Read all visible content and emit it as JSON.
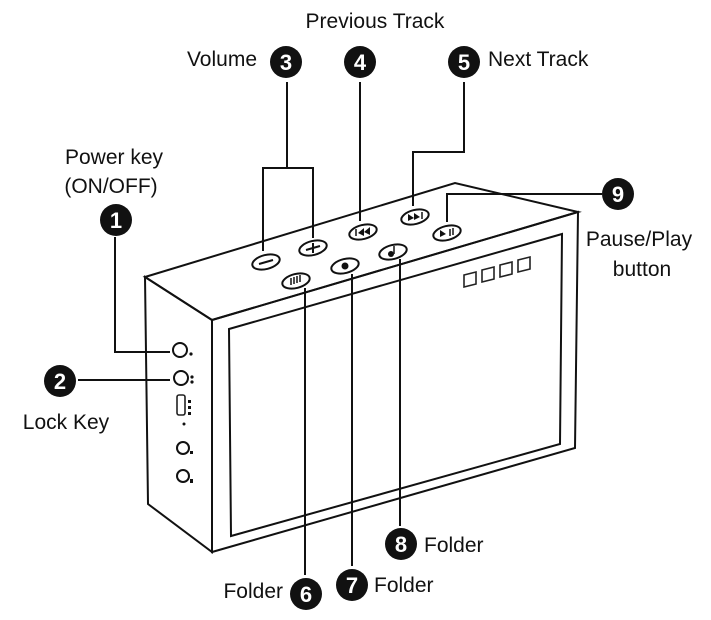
{
  "colors": {
    "ink": "#111111",
    "paper": "#ffffff"
  },
  "callouts": [
    {
      "number": "1",
      "label_lines": [
        "Power key",
        "(ON/OFF)"
      ]
    },
    {
      "number": "2",
      "label_lines": [
        "Lock Key"
      ]
    },
    {
      "number": "3",
      "label_lines": [
        "Volume"
      ]
    },
    {
      "number": "4",
      "label_lines": [
        "Previous Track"
      ]
    },
    {
      "number": "5",
      "label_lines": [
        "Next Track"
      ]
    },
    {
      "number": "6",
      "label_lines": [
        "Folder"
      ]
    },
    {
      "number": "7",
      "label_lines": [
        "Folder"
      ]
    },
    {
      "number": "8",
      "label_lines": [
        "Folder"
      ]
    },
    {
      "number": "9",
      "label_lines": [
        "Pause/Play",
        "button"
      ]
    }
  ]
}
